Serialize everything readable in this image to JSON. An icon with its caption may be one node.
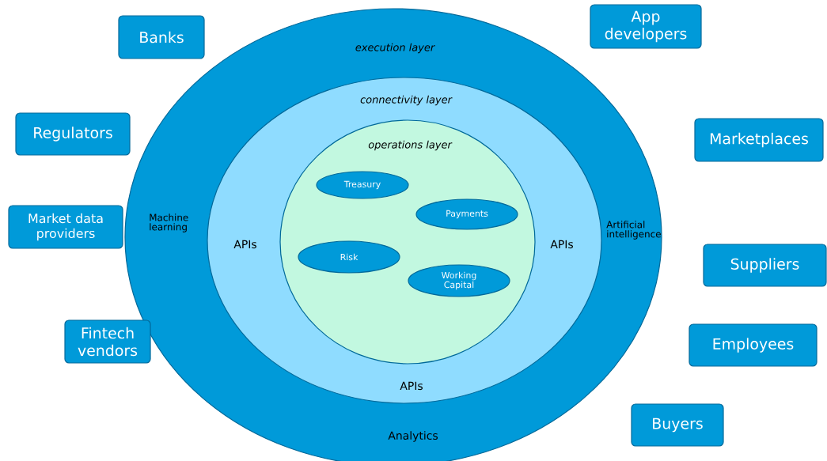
{
  "diagram": {
    "nodes": [
      {
        "text": [
          "execution layer",
          "Machine learning",
          "Artificial intelligence",
          "Analytics"
        ]
      },
      {
        "text": [
          "connectivity layer",
          "APIs",
          "APIs",
          "APIs"
        ],
        "in": 0
      },
      {
        "text": [
          "operations layer"
        ],
        "in": 1
      },
      {
        "text": [
          "Treasury"
        ],
        "in": 2
      },
      {
        "text": [
          "Payments"
        ],
        "in": 2
      },
      {
        "text": [
          "Risk"
        ],
        "in": 2
      },
      {
        "text": [
          "Working Capital"
        ],
        "in": 2
      },
      {
        "text": [
          "Banks"
        ]
      },
      {
        "text": [
          "App developers"
        ]
      },
      {
        "text": [
          "Regulators"
        ]
      },
      {
        "text": [
          "Marketplaces"
        ]
      },
      {
        "text": [
          "Market data providers"
        ]
      },
      {
        "text": [
          "Suppliers"
        ]
      },
      {
        "text": [
          "Fintech vendors"
        ]
      },
      {
        "text": [
          "Employees"
        ]
      },
      {
        "text": [
          "Buyers"
        ]
      }
    ]
  }
}
